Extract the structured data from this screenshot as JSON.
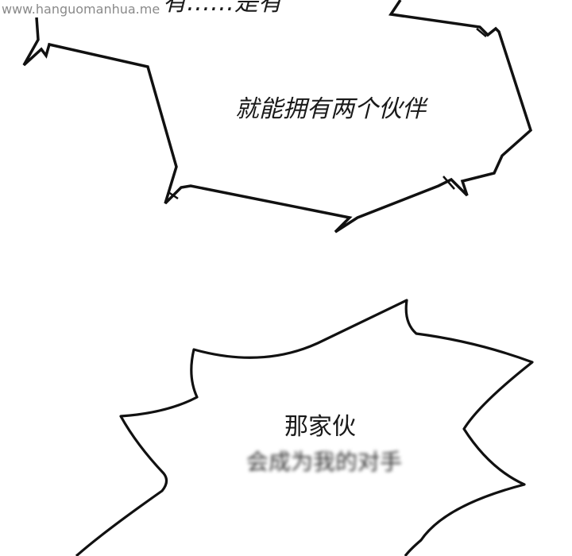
{
  "watermark": "www.hanguomanhua.me",
  "top_text_partial": "有……是有",
  "bubble_one": {
    "text": "就能拥有两个伙伴"
  },
  "bubble_two": {
    "line1": "那家伙",
    "line2": "会成为我的对手"
  }
}
